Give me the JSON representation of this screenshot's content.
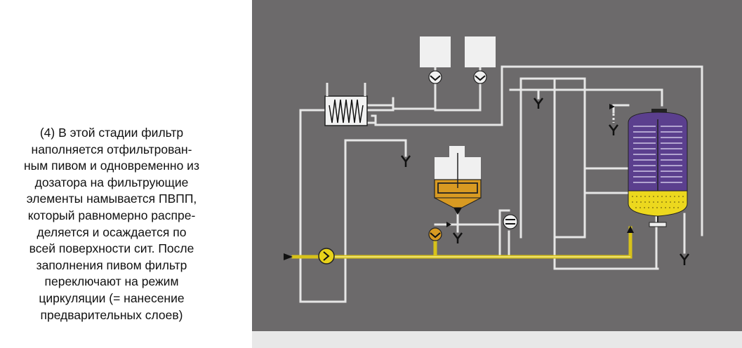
{
  "caption": {
    "lines": [
      "(4) В этой стадии фильтр",
      "наполняется отфильтрован-",
      "ным пивом и одновременно из",
      "дозатора на фильтрующие",
      "элементы намывается ПВПП,",
      "который равномерно распре-",
      "деляется и осаждается по",
      "всей поверхности сит. После",
      "заполнения пивом фильтр",
      "переключают на режим",
      "циркуляции (= нанесение",
      "предварительных слоев)"
    ]
  },
  "colors": {
    "background_panel": "#6c6a6b",
    "pipe": "#e6e6e6",
    "active_pipe": "#d7c21a",
    "filter_body": "#5b3f8e",
    "filter_cake": "#ecd81e",
    "dosing_slurry": "#d89a22",
    "pump_active": "#e8d21a"
  },
  "icons": {
    "heat_exchanger": "heat-exchanger-icon",
    "pump": "pump-icon",
    "valve": "valve-icon",
    "drain": "drain-icon",
    "flow_arrow": "arrow-icon"
  }
}
